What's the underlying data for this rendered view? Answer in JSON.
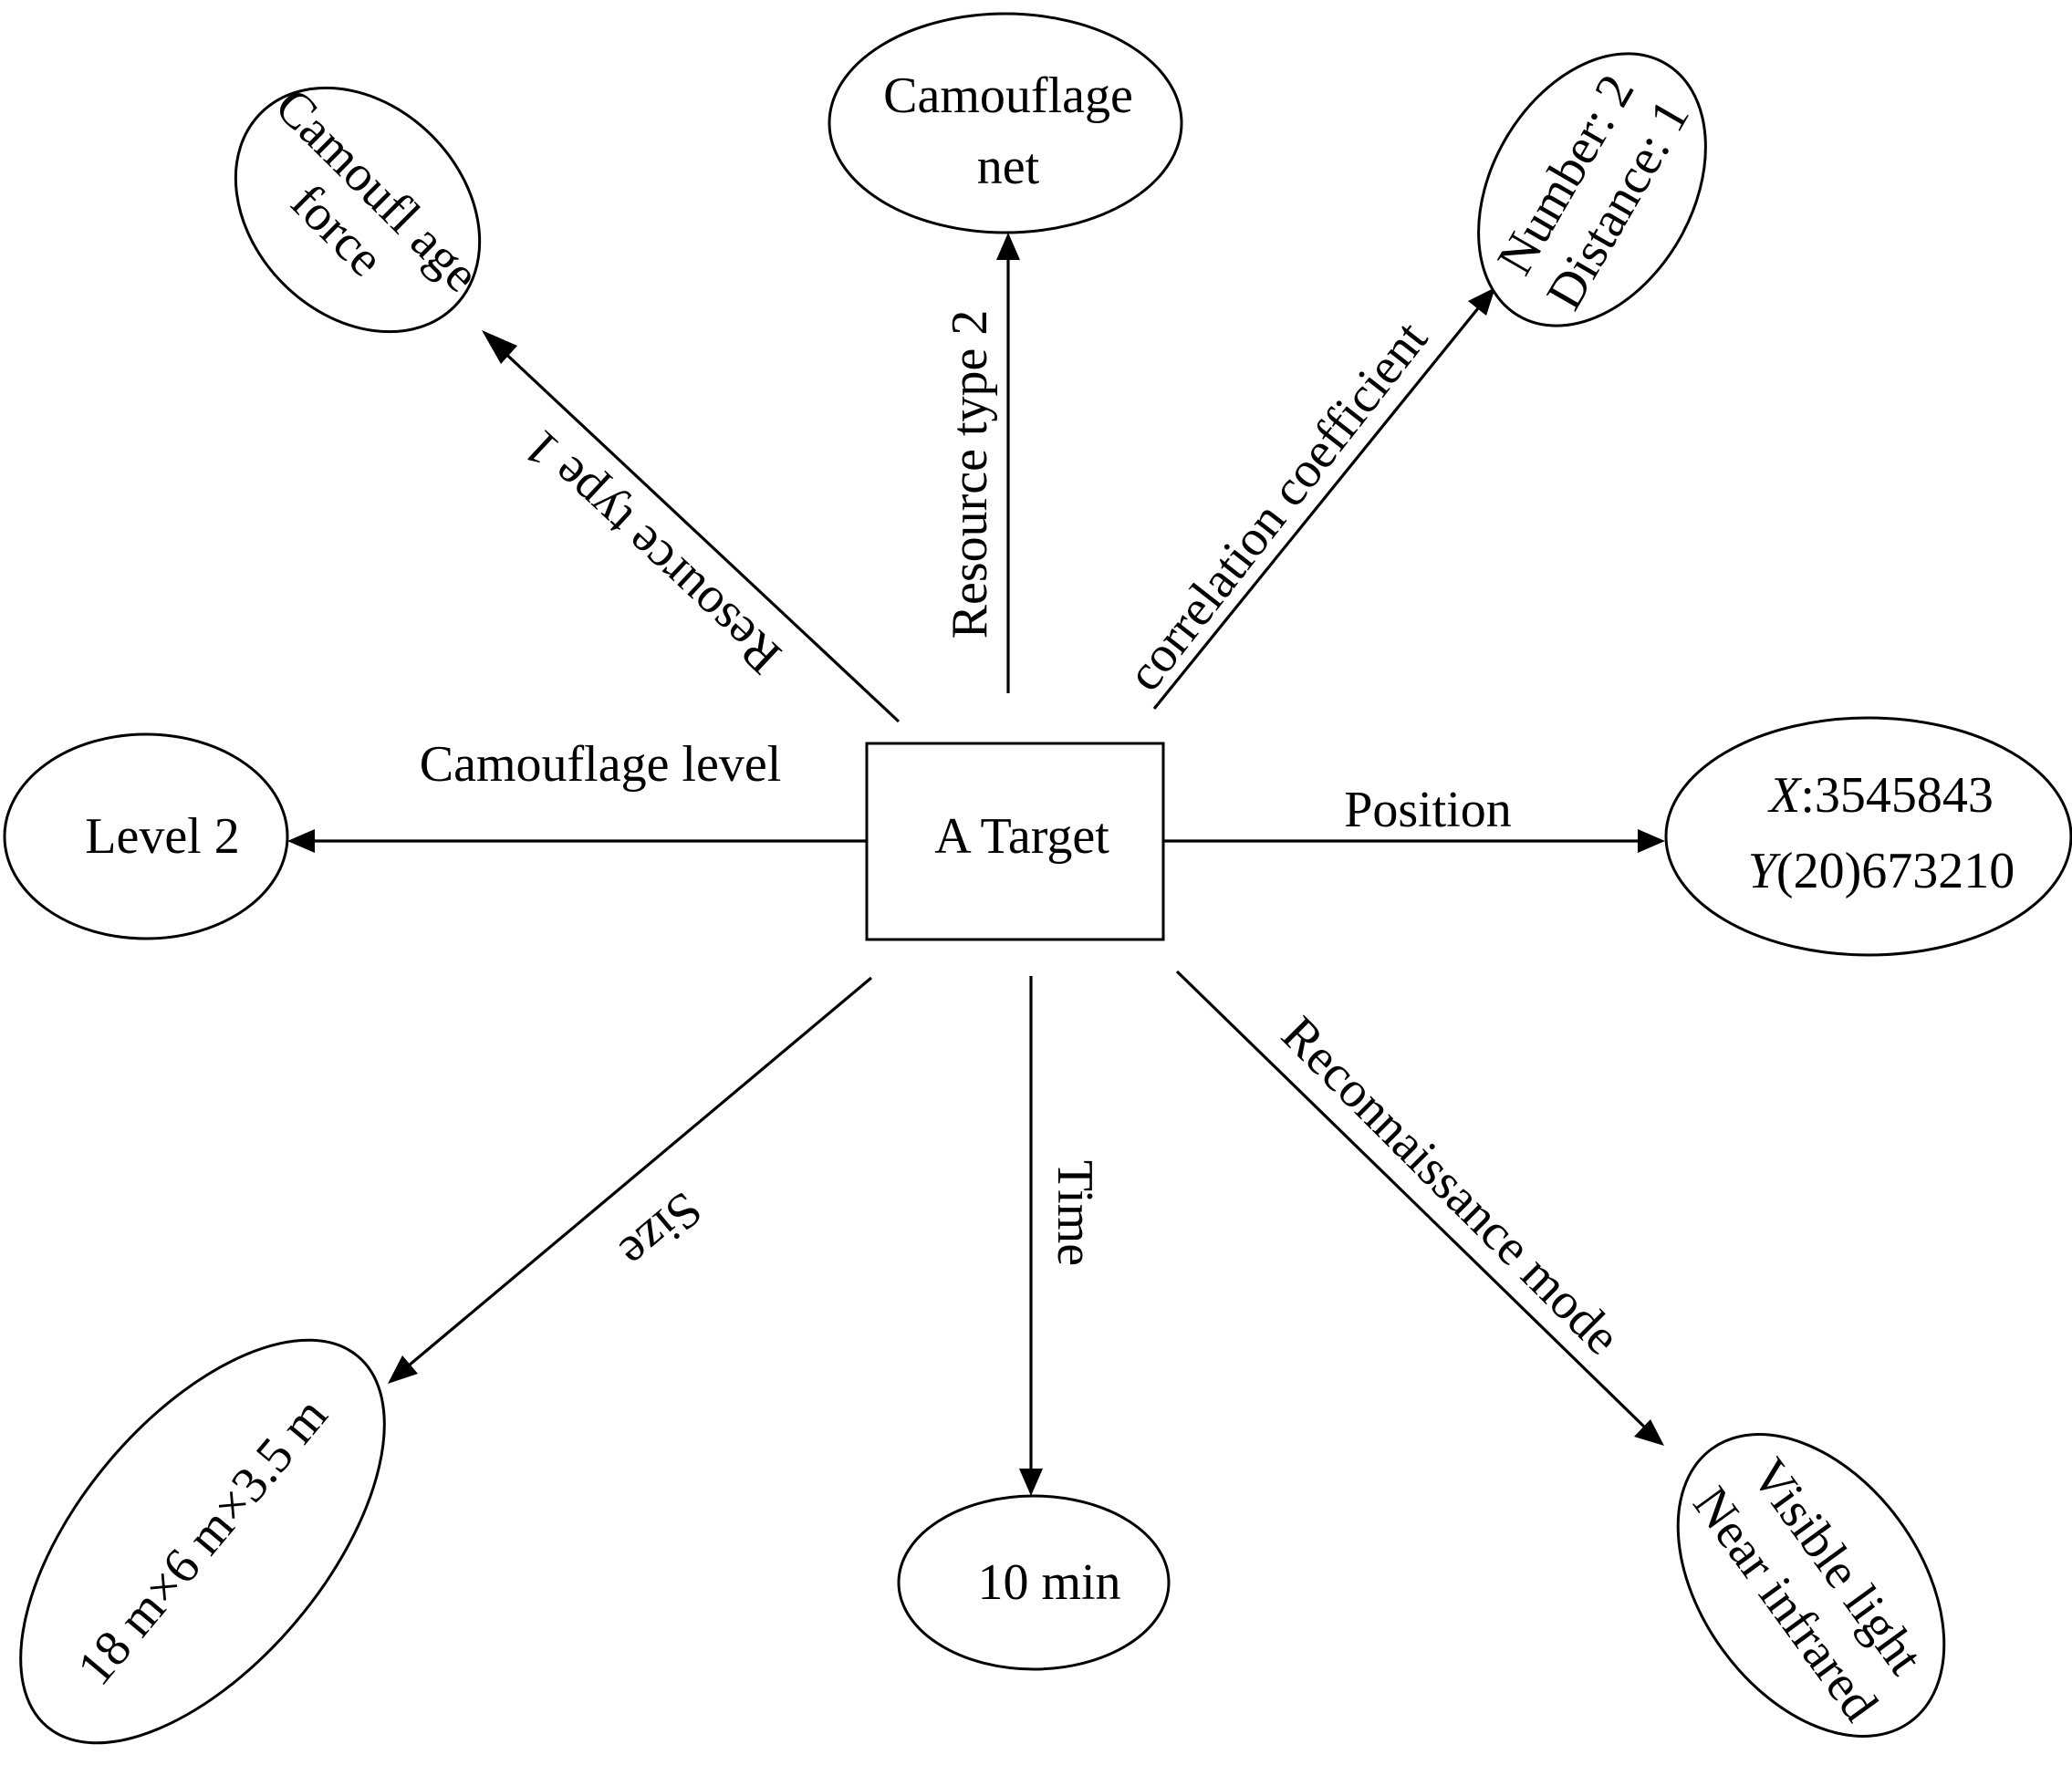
{
  "center": {
    "label": "A Target"
  },
  "nodes": {
    "camouflage_force": {
      "line1": "Camoufl age",
      "line2": "force"
    },
    "camouflage_net": {
      "line1": "Camouflage",
      "line2": "net"
    },
    "number_distance": {
      "line1": "Number: 2",
      "line2": "Distance: 1"
    },
    "level": {
      "label": "Level 2"
    },
    "position": {
      "x_prefix": "X",
      "x_value": ":3545843",
      "y_prefix": "Y",
      "y_value": "(20)673210"
    },
    "size": {
      "label": "18 m×6 m×3.5 m"
    },
    "time": {
      "label": "10 min"
    },
    "recon": {
      "line1": "Visible light",
      "line2": "Near infrared"
    }
  },
  "edges": {
    "resource_type_1": "Resource type 1",
    "resource_type_2": "Resource type 2",
    "correlation": "correlation coefficient",
    "camouflage_level": "Camouflage level",
    "position": "Position",
    "size": "Size",
    "time": "Time",
    "recon_mode": "Reconnaissance mode"
  },
  "colors": {
    "stroke": "#000000",
    "background": "#ffffff"
  }
}
